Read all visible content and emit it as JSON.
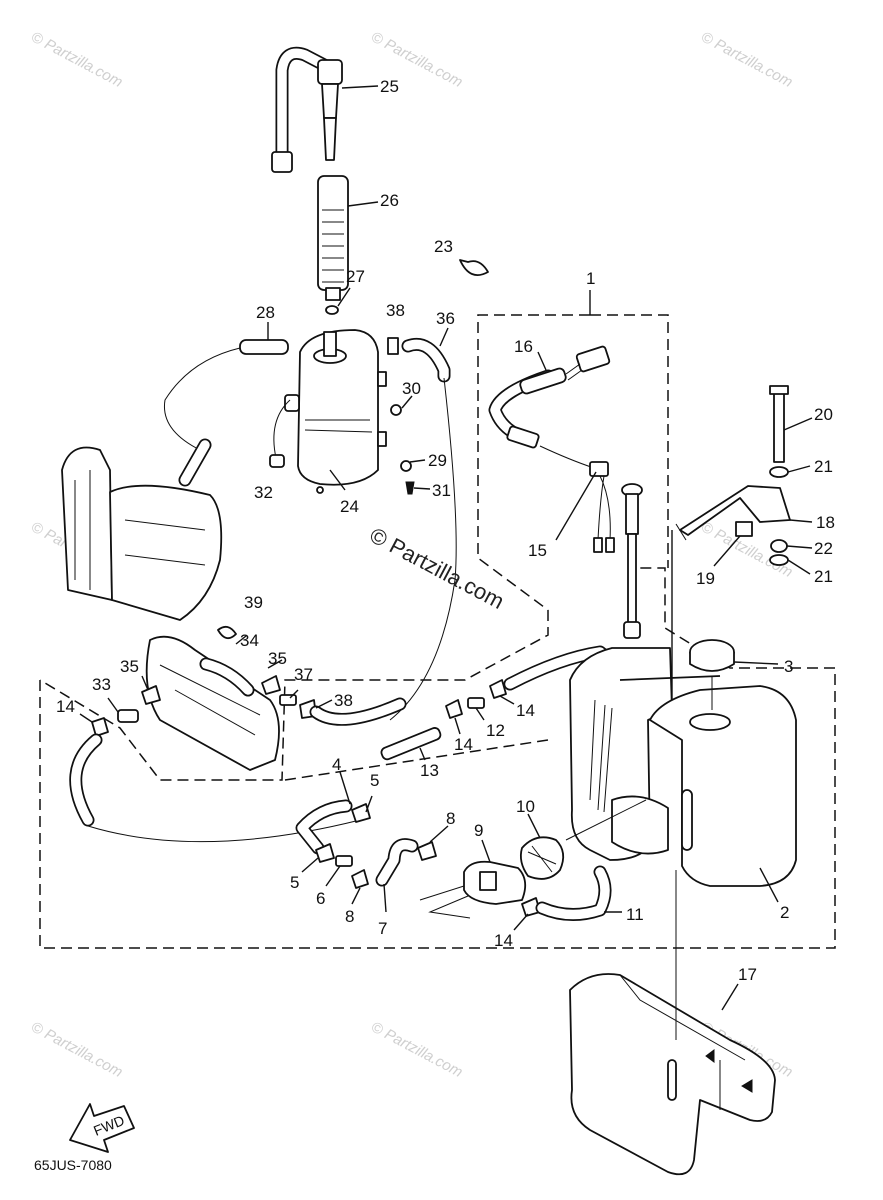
{
  "diagram": {
    "center_watermark": "© Partzilla.com",
    "tile_watermark": "© Partzilla.com",
    "diagram_code": "65JUS-7080",
    "fwd_label": "FWD",
    "callouts": {
      "p1": "1",
      "p2": "2",
      "p3": "3",
      "p4": "4",
      "p5a": "5",
      "p5b": "5",
      "p6": "6",
      "p7": "7",
      "p8a": "8",
      "p8b": "8",
      "p9": "9",
      "p10": "10",
      "p11": "11",
      "p12": "12",
      "p13": "13",
      "p14a": "14",
      "p14b": "14",
      "p14c": "14",
      "p14d": "14",
      "p15": "15",
      "p16": "16",
      "p17": "17",
      "p18": "18",
      "p19": "19",
      "p20": "20",
      "p21a": "21",
      "p21b": "21",
      "p22": "22",
      "p23": "23",
      "p24": "24",
      "p25": "25",
      "p26": "26",
      "p27": "27",
      "p28": "28",
      "p29": "29",
      "p30": "30",
      "p31": "31",
      "p32": "32",
      "p33": "33",
      "p34": "34",
      "p35a": "35",
      "p35b": "35",
      "p36": "36",
      "p37": "37",
      "p38a": "38",
      "p38b": "38",
      "p39": "39"
    }
  }
}
